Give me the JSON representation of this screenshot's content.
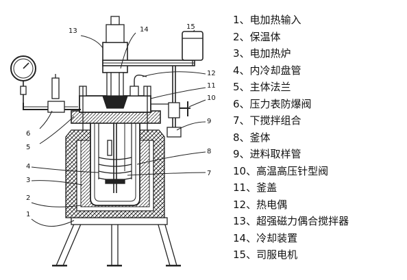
{
  "diagram": {
    "callouts": [
      "1",
      "2",
      "3",
      "4",
      "5",
      "6",
      "7",
      "8",
      "9",
      "10",
      "11",
      "12",
      "13",
      "14",
      "15"
    ]
  },
  "legend": {
    "items": [
      "1、电加热输入",
      "2、保温体",
      "3、电加热炉",
      "4、内冷却盘管",
      "5、主体法兰",
      "6、压力表防爆阀",
      "7、下搅拌组合",
      "8、釜体",
      "9、进料取样管",
      "10、高温高压针型阀",
      "11、釜盖",
      "12、热电偶",
      "13、超强磁力偶合搅拌器",
      "14、冷却装置",
      "15、司服电机"
    ]
  }
}
